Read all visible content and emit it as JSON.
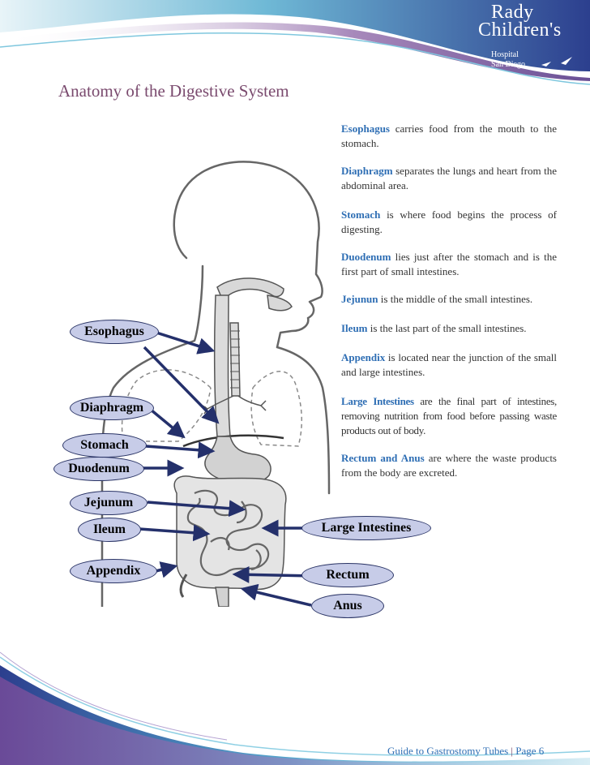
{
  "header": {
    "logo_line1": "Rady",
    "logo_line2": "Children's",
    "logo_line3": "Hospital",
    "logo_line4": "San Diego"
  },
  "title": "Anatomy of the Digestive System",
  "descriptions": [
    {
      "term": "Esophagus",
      "text": " carries food from the mouth to the stomach."
    },
    {
      "term": "Diaphragm",
      "text": " separates the lungs and heart from the abdominal area."
    },
    {
      "term": "Stomach",
      "text": " is where food begins the process of digesting."
    },
    {
      "term": "Duodenum",
      "text": " lies just after the stomach and is the first part of small intestines."
    },
    {
      "term": "Jejunun",
      "text": " is the middle of the small intestines."
    },
    {
      "term": "Ileum",
      "text": " is the last part of the small intestines."
    },
    {
      "term": "Appendix",
      "text": " is located near the junction of the small and large intestines."
    },
    {
      "term": "Large Intestines",
      "text": " are the final part of intestines, removing nutrition from food before passing waste products out of body."
    },
    {
      "term": "Rectum and Anus",
      "text": " are where the waste products from the body are excreted."
    }
  ],
  "labels": {
    "esophagus": "Esophagus",
    "diaphragm": "Diaphragm",
    "stomach": "Stomach",
    "duodenum": "Duodenum",
    "jejunum": "Jejunum",
    "ileum": "Ileum",
    "appendix": "Appendix",
    "large_intestines": "Large Intestines",
    "rectum": "Rectum",
    "anus": "Anus"
  },
  "footer": {
    "guide": "Guide to Gastrostomy Tubes",
    "separator": "|",
    "page": "Page 6"
  },
  "colors": {
    "title": "#7a4a6e",
    "term": "#2e6eb4",
    "label_fill": "#c7cce8",
    "arrow": "#24306b"
  }
}
